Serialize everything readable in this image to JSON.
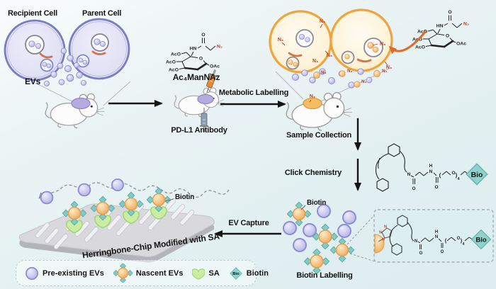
{
  "labels": {
    "recipient_cell": "Recipient Cell",
    "parent_cell": "Parent Cell",
    "evs": "EVs",
    "ac4mannaz": "Ac₄ManNAz",
    "pdl1_antibody": "PD-L1 Antibody",
    "metabolic_labelling": "Metabolic Labelling",
    "sample_collection": "Sample Collection",
    "click_chemistry": "Click Chemistry",
    "ev_capture": "EV Capture",
    "biotin": "Biotin",
    "biotin_labelling": "Biotin Labelling",
    "chip_caption": "Herringbone-Chip Modified with SA"
  },
  "chem": {
    "aco": "AcO",
    "oac": "OAc",
    "hn": "HN",
    "o": "O",
    "n": "N",
    "h": "H",
    "n3": "N₃",
    "sub4": "4",
    "bio": "Bio",
    "lparen": "(",
    "rparen": ")"
  },
  "legend": {
    "items": [
      {
        "label": "Pre-existing EVs"
      },
      {
        "label": "Nascent EVs"
      },
      {
        "label": "SA"
      },
      {
        "label": "Biotin"
      }
    ]
  },
  "colors": {
    "background": "#e1eff1",
    "purple_cell_border": "#7c7cc0",
    "purple_cell_fill": "#e0e0f4",
    "purple_ev": "#b7b7e8",
    "orange_cell_border": "#f1a43c",
    "orange_ev": "#f2b268",
    "azide_red": "#c0392b",
    "biotin_teal": "#8ed2cb",
    "sa_green": "#cbeda1",
    "chip_gray": "#d8d8dd",
    "arrow_black": "#141414"
  }
}
